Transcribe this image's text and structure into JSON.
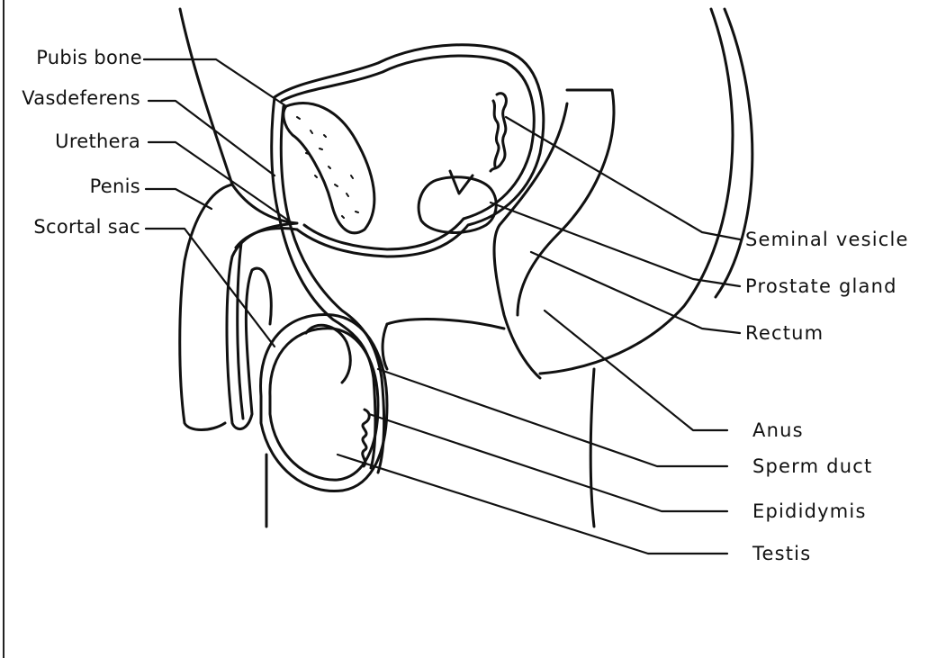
{
  "diagram": {
    "labels_left": {
      "pubis_bone": "Pubis bone",
      "vasdeferens": "Vasdeferens",
      "urethera": "Urethera",
      "penis": "Penis",
      "scrotal_sac": "Scortal sac"
    },
    "labels_right": {
      "seminal_vesicle": "Seminal  vesicle",
      "prostate_gland": "Prostate  gland",
      "rectum": "Rectum",
      "anus": "Anus",
      "sperm_duct": "Sperm  duct",
      "epididymis": "Epididymis",
      "testis": "Testis"
    },
    "colors": {
      "ink": "#111111",
      "background": "#ffffff"
    }
  }
}
